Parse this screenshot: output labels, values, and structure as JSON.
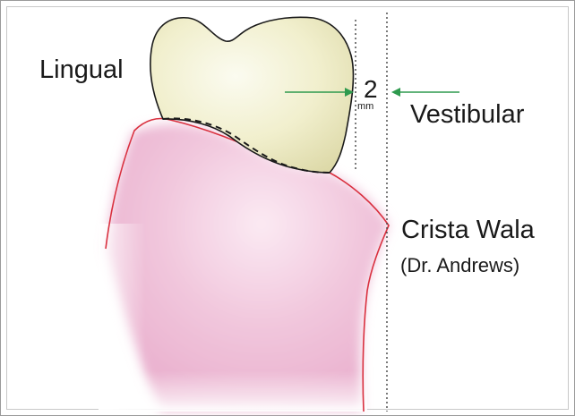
{
  "labels": {
    "lingual": "Lingual",
    "vestibular": "Vestibular",
    "crista_wala": "Crista Wala",
    "author": "(Dr. Andrews)",
    "measure_value": "2",
    "measure_unit": "mm"
  },
  "colors": {
    "tooth_fill": "#ece8bd",
    "gum_fill": "#efc2dc",
    "gum_outline": "#d9303f",
    "arrow": "#2e9a4e",
    "dotted_line": "#444444"
  }
}
